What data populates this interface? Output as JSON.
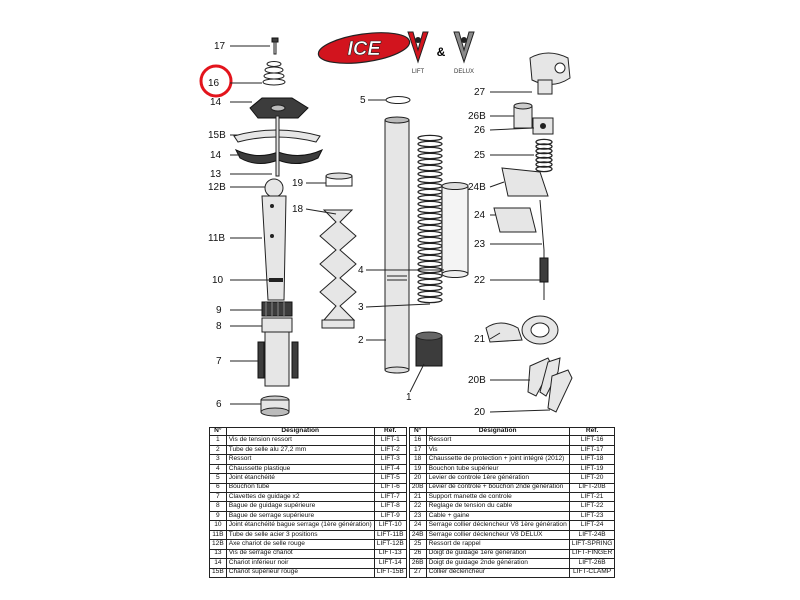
{
  "logo": {
    "brand": "ICE",
    "left_mark": "LIFT",
    "conjunction": "&",
    "right_mark": "DELUX"
  },
  "callouts": [
    "17",
    "16",
    "14",
    "15B",
    "14",
    "13",
    "12B",
    "11B",
    "10",
    "9",
    "8",
    "7",
    "6",
    "5",
    "19",
    "18",
    "4",
    "3",
    "2",
    "1",
    "27",
    "26B",
    "26",
    "25",
    "24B",
    "24",
    "23",
    "22",
    "21",
    "20B",
    "20"
  ],
  "table_headers": {
    "num": "N°",
    "designation": "Désignation",
    "ref": "Ref."
  },
  "table_left": [
    {
      "n": "1",
      "d": "Vis de tension ressort",
      "r": "LIFT-1"
    },
    {
      "n": "2",
      "d": "Tube de selle alu 27,2 mm",
      "r": "LIFT-2"
    },
    {
      "n": "3",
      "d": "Ressort",
      "r": "LIFT-3"
    },
    {
      "n": "4",
      "d": "Chaussette plastique",
      "r": "LIFT-4"
    },
    {
      "n": "5",
      "d": "Joint étanchéité",
      "r": "LIFT-5"
    },
    {
      "n": "6",
      "d": "Bouchon tube",
      "r": "LIFT-6"
    },
    {
      "n": "7",
      "d": "Clavettes de guidage x2",
      "r": "LIFT-7"
    },
    {
      "n": "8",
      "d": "Bague de guidage supérieure",
      "r": "LIFT-8"
    },
    {
      "n": "9",
      "d": "Bague de serrage supérieure",
      "r": "LIFT-9"
    },
    {
      "n": "10",
      "d": "Joint étanchéité bague serrage (1ère génération)",
      "r": "LIFT-10"
    },
    {
      "n": "11B",
      "d": "Tube de selle acier 3 positions",
      "r": "LIFT-11B"
    },
    {
      "n": "12B",
      "d": "Axe chariot de selle rouge",
      "r": "LIFT-12B"
    },
    {
      "n": "13",
      "d": "Vis de serrage chariot",
      "r": "LIFT-13"
    },
    {
      "n": "14",
      "d": "Chariot inférieur noir",
      "r": "LIFT-14"
    },
    {
      "n": "15B",
      "d": "Chariot supérieur rouge",
      "r": "LIFT-15B"
    }
  ],
  "table_right": [
    {
      "n": "16",
      "d": "Ressort",
      "r": "LIFT-16"
    },
    {
      "n": "17",
      "d": "Vis",
      "r": "LIFT-17"
    },
    {
      "n": "18",
      "d": "Chaussette de protection + joint intégré (2012)",
      "r": "LIFT-18"
    },
    {
      "n": "19",
      "d": "Bouchon tube supérieur",
      "r": "LIFT-19"
    },
    {
      "n": "20",
      "d": "Levier de controle 1ère génération",
      "r": "LIFT-20"
    },
    {
      "n": "20B",
      "d": "Levier de controle + bouchon 2nde génération",
      "r": "LIFT-20B"
    },
    {
      "n": "21",
      "d": "Support manette de controle",
      "r": "LIFT-21"
    },
    {
      "n": "22",
      "d": "Reglage de tension du cable",
      "r": "LIFT-22"
    },
    {
      "n": "23",
      "d": "Cable + gaine",
      "r": "LIFT-23"
    },
    {
      "n": "24",
      "d": "Serrage collier déclencheur V8 1ère génération",
      "r": "LIFT-24"
    },
    {
      "n": "24B",
      "d": "Serrage collier déclencheur V8 DELUX",
      "r": "LIFT-24B"
    },
    {
      "n": "25",
      "d": "Ressort de rappel",
      "r": "LIFT-SPRING"
    },
    {
      "n": "26",
      "d": "Doigt de guidage 1ere génération",
      "r": "LIFT-FINGER"
    },
    {
      "n": "26B",
      "d": "Doigt de guidage 2nde génération",
      "r": "LIFT-26B"
    },
    {
      "n": "27",
      "d": "Collier déclencheur",
      "r": "LIFT-CLAMP"
    }
  ],
  "colors": {
    "brand_red": "#d2141e",
    "highlight_ring": "#e3141c",
    "line": "#222222"
  }
}
